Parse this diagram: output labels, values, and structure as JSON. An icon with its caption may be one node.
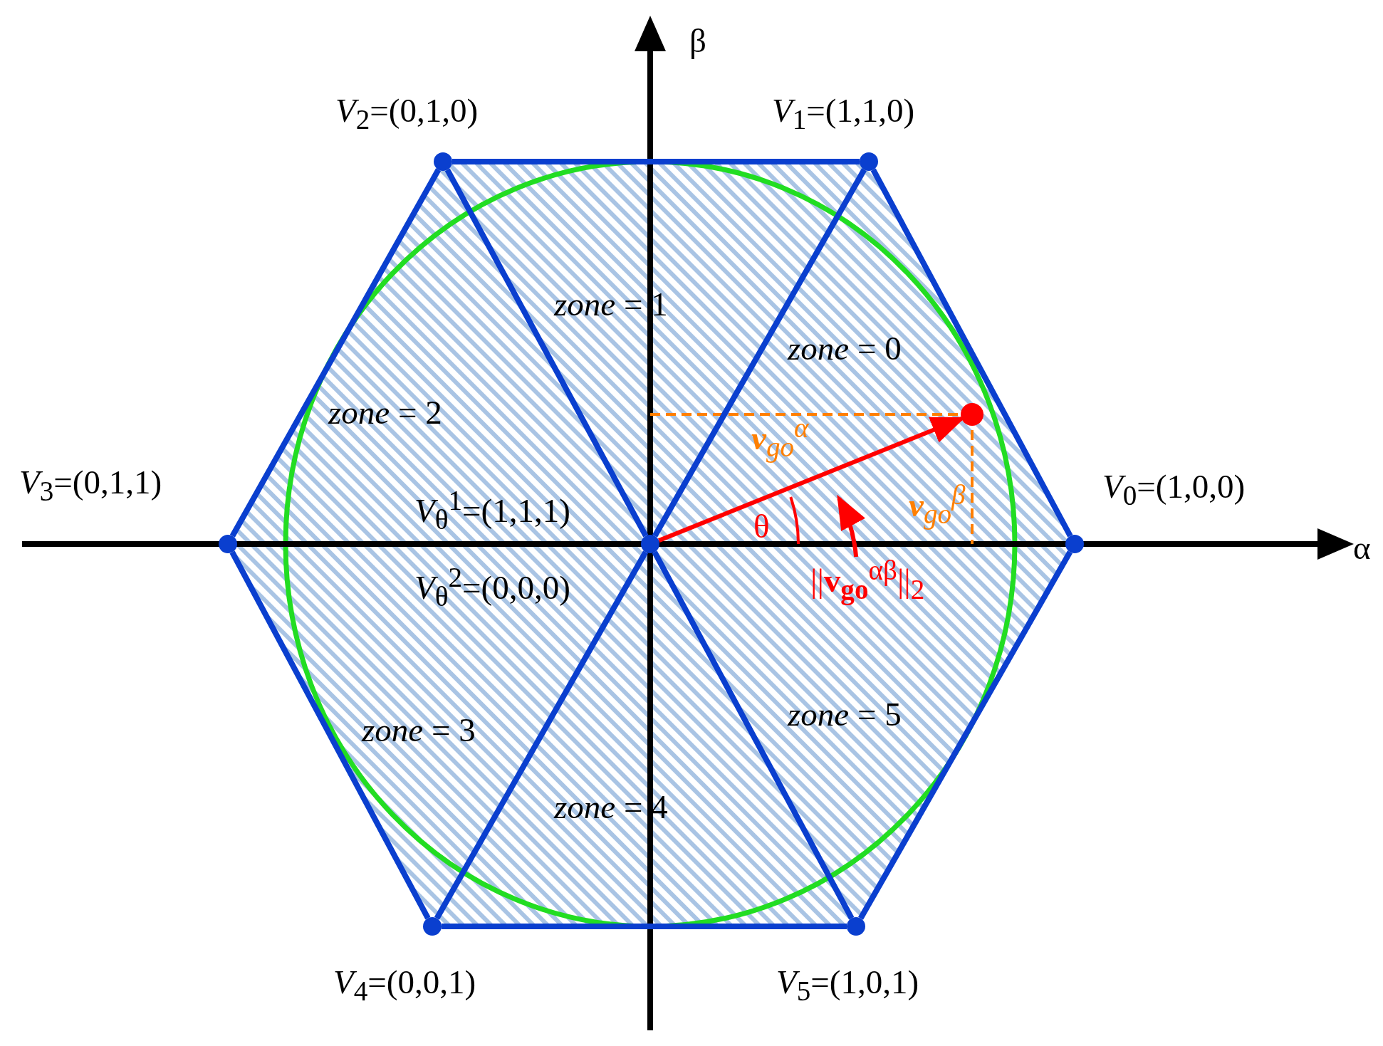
{
  "diagram": {
    "nodes": [
      {
        "text": [],
        "shape": "circle",
        "beside": [
          "*V*$_{2}$=(0,1,0)"
        ]
      },
      {
        "text": [],
        "shape": "circle",
        "beside": [
          "*V*$_{1}$=(1,1,0)"
        ]
      },
      {
        "text": [],
        "shape": "circle",
        "beside": [
          "*V*$_{3}$=(0,1,1)"
        ]
      },
      {
        "text": [],
        "shape": "circle",
        "beside": [
          "*V*$_{0}$=(1,0,0)"
        ]
      },
      {
        "text": [],
        "shape": "circle",
        "beside": [
          "*V*$_{θ}$$^{1}$=(1,1,1)",
          "*V*$_{θ}$$^{2}$=(0,0,0)"
        ]
      },
      {
        "text": [],
        "shape": "circle"
      },
      {
        "text": [
          "||**v**$_{go}$$^{αβ}$||$_{2}$"
        ]
      },
      {
        "text": [],
        "shape": "circle",
        "beside": [
          "*V*$_{4}$=(0,0,1)"
        ]
      },
      {
        "text": [],
        "shape": "circle",
        "beside": [
          "*V*$_{5}$=(1,0,1)"
        ]
      }
    ],
    "edges": [
      {
        "from": 0,
        "to": 1,
        "arrow": "none"
      },
      {
        "from": 1,
        "to": 3,
        "arrow": "none"
      },
      {
        "from": 3,
        "to": 8,
        "arrow": "none"
      },
      {
        "from": 8,
        "to": 7,
        "arrow": "none"
      },
      {
        "from": 7,
        "to": 2,
        "arrow": "none"
      },
      {
        "from": 2,
        "to": 0,
        "arrow": "none"
      },
      {
        "from": 0,
        "to": 4,
        "arrow": "none"
      },
      {
        "from": 1,
        "to": 4,
        "arrow": "none"
      },
      {
        "from": 7,
        "to": 4,
        "arrow": "none"
      },
      {
        "from": 8,
        "to": 4,
        "arrow": "none"
      },
      {
        "from": 4,
        "to": 5,
        "arrow": "to",
        "color": "#ff0000"
      },
      {
        "from": 6,
        "to": null,
        "arrow": "to",
        "color": "#ff0000"
      }
    ],
    "labels": [
      "β",
      "*zone* = 1",
      "*zone* = 0",
      "*zone* = 2",
      "**v**$_{go}$$^{α}$",
      "**v**$_{go}$$^{β}$",
      "θ",
      "α",
      "*zone* = 5",
      "*zone* = 3",
      "*zone* = 4"
    ]
  }
}
